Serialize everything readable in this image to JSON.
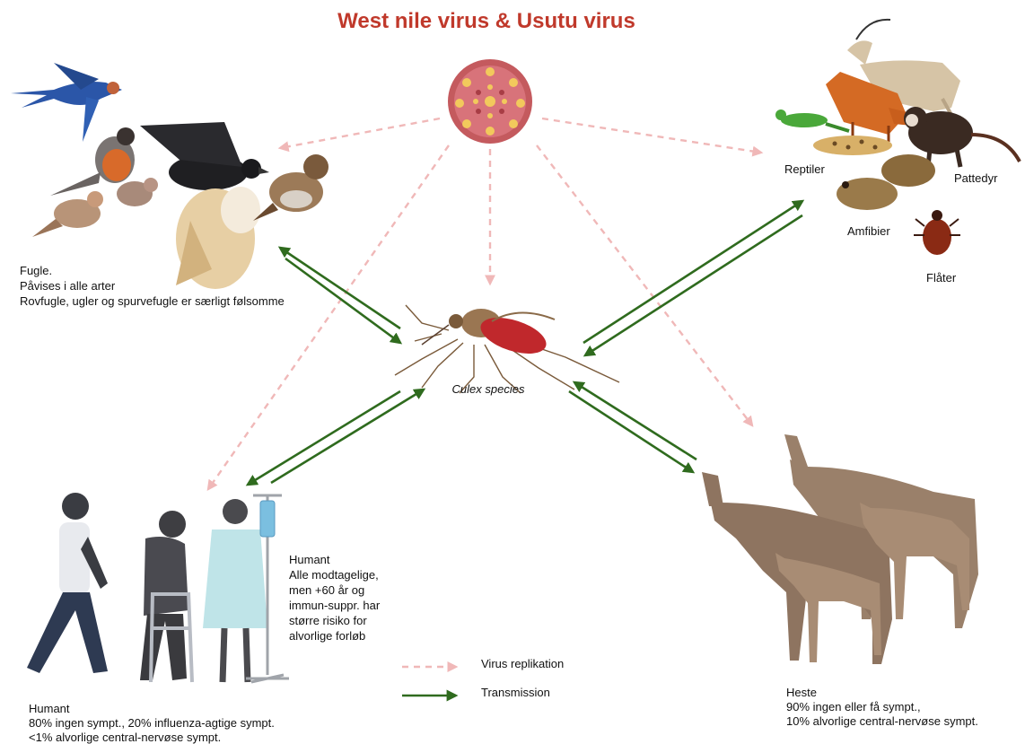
{
  "title": "West nile virus & Usutu virus",
  "vector": {
    "label": "Culex species"
  },
  "birds": {
    "heading": "Fugle.",
    "line1": "Påvises i alle arter",
    "line2": "Rovfugle, ugler og spurvefugle er særligt følsomme"
  },
  "animals": {
    "reptiles": "Reptiler",
    "mammals": "Pattedyr",
    "amphibians": "Amfibier",
    "ticks": "Flåter"
  },
  "humans_right": {
    "heading": "Humant",
    "line1": "Alle modtagelige,",
    "line2": "men +60 år og",
    "line3": "immun-suppr. har",
    "line4": "større risiko for",
    "line5": "alvorlige forløb"
  },
  "humans_bottom": {
    "heading": "Humant",
    "line1": "80% ingen sympt.,  20% influenza-agtige sympt.",
    "line2": "<1% alvorlige central-nervøse sympt."
  },
  "horses": {
    "heading": "Heste",
    "line1": "90% ingen eller få sympt.,",
    "line2": "10% alvorlige central-nervøse sympt."
  },
  "legend": {
    "replication": "Virus replikation",
    "transmission": "Transmission"
  },
  "colors": {
    "title": "#c0392b",
    "replication_arrow": "#f0b8b8",
    "transmission_arrow": "#2f6b1e"
  }
}
